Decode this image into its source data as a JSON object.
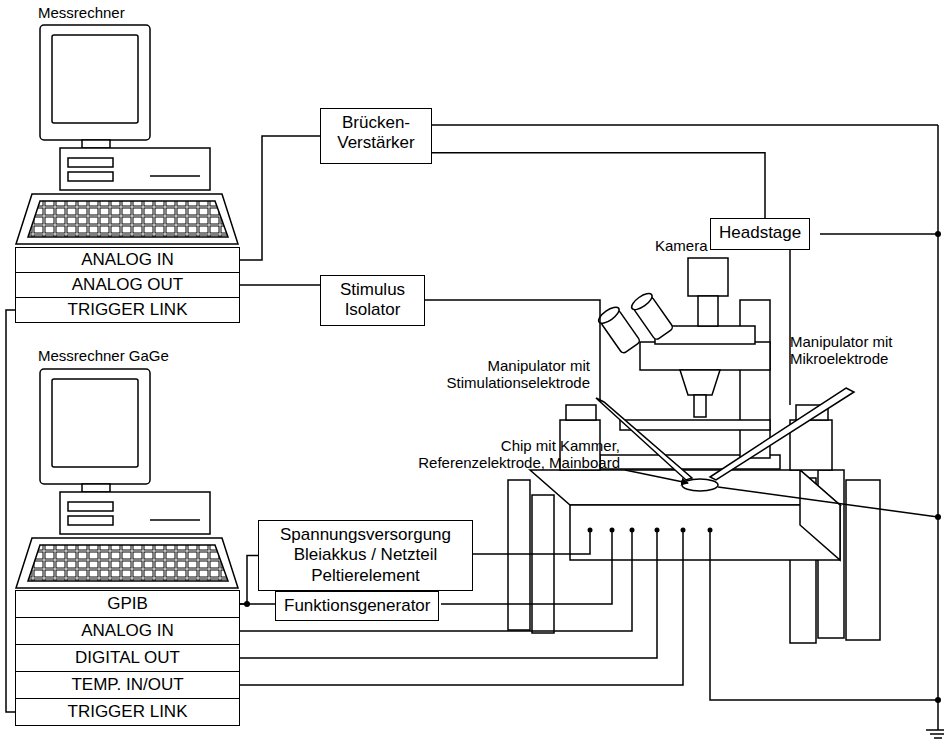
{
  "diagram": {
    "nodes": [
      {
        "text": [
          "Brücken- Verstärker"
        ]
      },
      {
        "text": [
          "ANALOG IN"
        ]
      },
      {
        "text": [
          "ANALOG OUT"
        ]
      },
      {
        "text": [
          "TRIGGER LINK"
        ]
      },
      {
        "text": [
          "Stimulus Isolator"
        ]
      },
      {
        "text": [
          "Headstage"
        ]
      },
      {
        "text": [
          "Spannungsversorgung Bleiakkus / Netzteil Peltierelement"
        ]
      },
      {
        "text": [
          "Funktionsgenerator"
        ]
      },
      {
        "text": [
          "GPIB"
        ]
      },
      {
        "text": [
          "ANALOG IN"
        ]
      },
      {
        "text": [
          "DIGITAL OUT"
        ]
      },
      {
        "text": [
          "TEMP. IN/OUT"
        ]
      },
      {
        "text": [
          "TRIGGER LINK"
        ]
      }
    ],
    "edges": [
      {
        "from": 1,
        "to": 0,
        "arrow": "none"
      },
      {
        "from": 2,
        "to": 4,
        "arrow": "none"
      },
      {
        "from": 3,
        "to": 12,
        "arrow": "none"
      },
      {
        "from": 0,
        "to": 5,
        "arrow": "none"
      },
      {
        "from": 8,
        "to": 6,
        "arrow": "none"
      },
      {
        "from": 8,
        "to": 7,
        "arrow": "none"
      }
    ],
    "labels": [
      "Messrechner",
      "Messrechner GaGe",
      "Kamera",
      "Manipulator mit Stimulationselektrode",
      "Manipulator mit Mikroelektrode",
      "Chip mit Kammer, Referenzelektrode, Mainboard"
    ]
  }
}
